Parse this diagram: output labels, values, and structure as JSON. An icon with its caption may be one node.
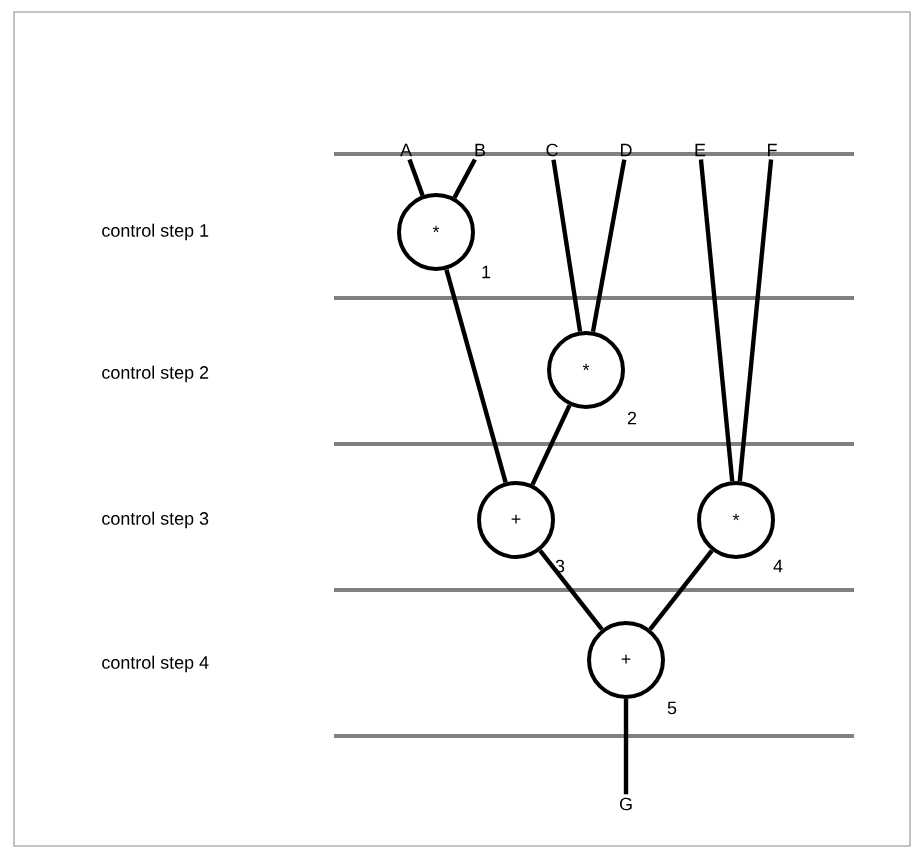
{
  "diagram": {
    "nodes": [
      {
        "text": [
          "A"
        ]
      },
      {
        "text": [
          "B"
        ]
      },
      {
        "text": [
          "C"
        ]
      },
      {
        "text": [
          "D"
        ]
      },
      {
        "text": [
          "E"
        ]
      },
      {
        "text": [
          "F"
        ]
      },
      {
        "text": [
          "*"
        ],
        "beside": [
          "1"
        ]
      },
      {
        "text": [
          "*"
        ],
        "beside": [
          "2"
        ]
      },
      {
        "text": [
          "+"
        ],
        "beside": [
          "3"
        ]
      },
      {
        "text": [
          "*"
        ],
        "beside": [
          "4"
        ]
      },
      {
        "text": [
          "+"
        ],
        "beside": [
          "5"
        ]
      },
      {
        "text": [
          "G"
        ]
      }
    ],
    "edges": [
      {
        "from": 0,
        "to": 6,
        "arrow": "none"
      },
      {
        "from": 1,
        "to": 6,
        "arrow": "none"
      },
      {
        "from": 2,
        "to": 7,
        "arrow": "none"
      },
      {
        "from": 3,
        "to": 7,
        "arrow": "none"
      },
      {
        "from": 6,
        "to": 8,
        "arrow": "none"
      },
      {
        "from": 7,
        "to": 8,
        "arrow": "none"
      },
      {
        "from": 4,
        "to": 9,
        "arrow": "none"
      },
      {
        "from": 5,
        "to": 9,
        "arrow": "none"
      },
      {
        "from": 8,
        "to": 10,
        "arrow": "none"
      },
      {
        "from": 9,
        "to": 10,
        "arrow": "none"
      },
      {
        "from": 10,
        "to": 11,
        "arrow": "none"
      }
    ],
    "labels": [
      "control step 1",
      "control step 2",
      "control step 3",
      "control step 4"
    ]
  }
}
